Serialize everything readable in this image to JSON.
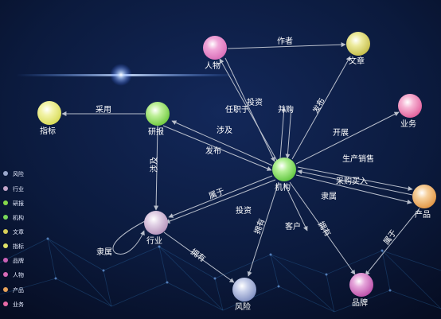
{
  "nodes": {
    "person": "人物",
    "article": "文章",
    "indicator": "指标",
    "research": "研报",
    "business": "业务",
    "org": "机构",
    "product": "产品",
    "industry": "行业",
    "risk": "风险",
    "brand": "品牌"
  },
  "node_colors": {
    "person": "#d86ab6",
    "article": "#d7cf58",
    "indicator": "#dfe267",
    "research": "#86d84a",
    "business": "#e86aa6",
    "org": "#7ad85a",
    "product": "#e8a35a",
    "industry": "#c4a6c9",
    "risk": "#9aa7cc",
    "brand": "#c961b6"
  },
  "edges": {
    "author": "作者",
    "adopt": "采用",
    "invest_person": "投资",
    "employed": "任职于",
    "acquire": "并购",
    "publish_article": "发布",
    "involve": "涉及",
    "publish_report": "发布",
    "develop": "开展",
    "produce_sell": "生产销售",
    "purchase": "采购买入",
    "belong_to": "隶属",
    "research_involve": "涉及",
    "org_belong_industry": "属于",
    "invest_org": "投资",
    "has_risk": "拥有",
    "customer": "客户",
    "has_brand": "拥有",
    "product_belong": "属于",
    "industry_sub": "隶属",
    "industry_has_risk": "拥有"
  },
  "legend": [
    {
      "label": "风险",
      "color": "#9aa7cc"
    },
    {
      "label": "行业",
      "color": "#c4a6c9"
    },
    {
      "label": "研报",
      "color": "#86d84a"
    },
    {
      "label": "机构",
      "color": "#7ad85a"
    },
    {
      "label": "文章",
      "color": "#d7cf58"
    },
    {
      "label": "指标",
      "color": "#dfe267"
    },
    {
      "label": "品牌",
      "color": "#c961b6"
    },
    {
      "label": "人物",
      "color": "#d86ab6"
    },
    {
      "label": "产品",
      "color": "#e8a35a"
    },
    {
      "label": "业务",
      "color": "#e86aa6"
    }
  ]
}
